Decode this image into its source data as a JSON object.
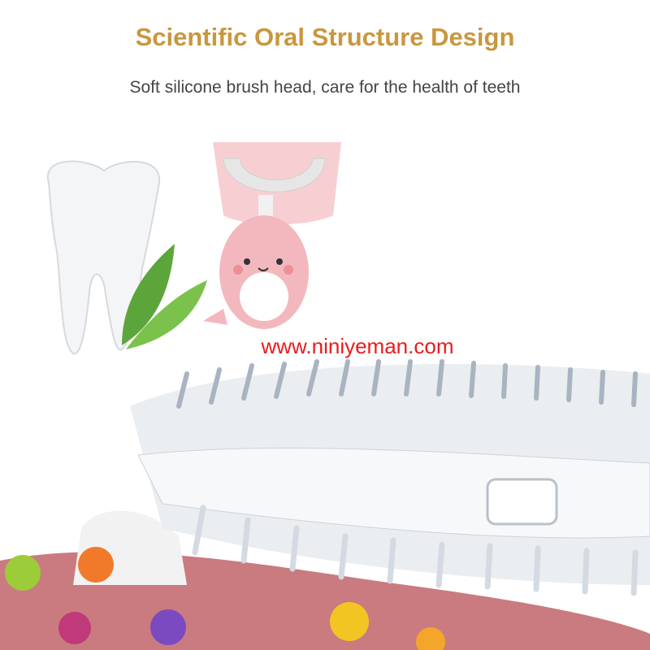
{
  "header": {
    "title": "Scientific Oral Structure Design",
    "subtitle": "Soft silicone brush head, care for the health of teeth"
  },
  "watermark": "www.niniyeman.com",
  "colors": {
    "title": "#c9973f",
    "subtitle": "#444444",
    "watermark": "#e81c1c",
    "brush_pink": "#f3b8bd",
    "gum": "#c97b80"
  },
  "icons": [
    "tooth-icon",
    "leaf-icon",
    "toothbrush-character-icon",
    "silicone-brush-head-icon",
    "germ-icon"
  ]
}
